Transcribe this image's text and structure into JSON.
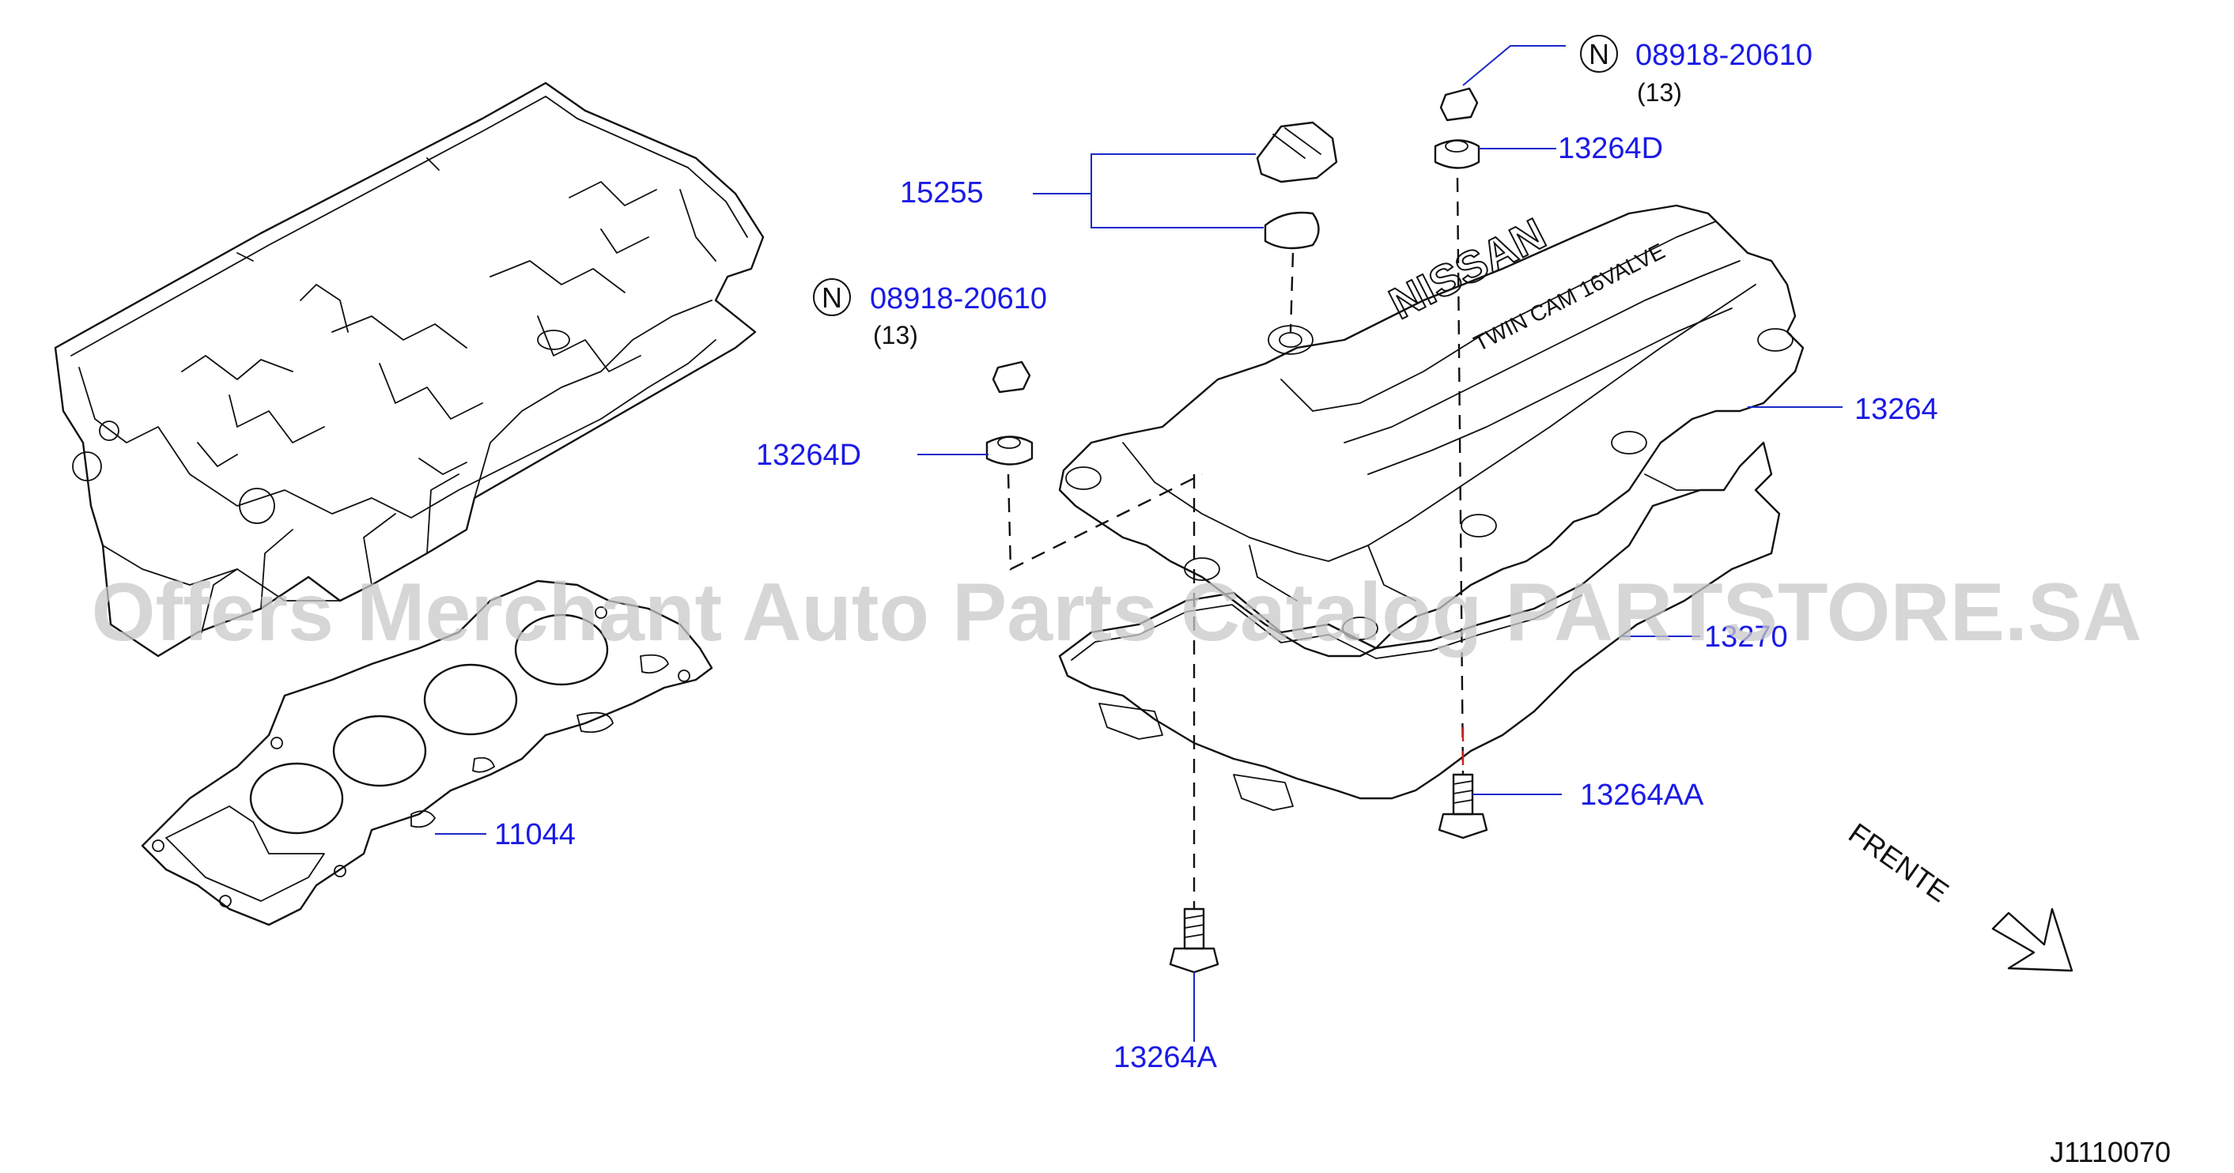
{
  "parts": {
    "p15255": "15255",
    "p13264D_top": "13264D",
    "p13264D_left": "13264D",
    "p13264": "13264",
    "p13270": "13270",
    "p13264AA": "13264AA",
    "p13264A": "13264A",
    "p11044": "11044",
    "nut_top": {
      "badge": "N",
      "number": "08918-20610",
      "qty": "(13)"
    },
    "nut_left": {
      "badge": "N",
      "number": "08918-20610",
      "qty": "(13)"
    }
  },
  "direction_label": "FRENTE",
  "diagram_code": "J1110070",
  "cover_text": {
    "brand": "NISSAN",
    "engine": "TWIN CAM 16VALVE"
  },
  "watermark": "Offers Merchant Auto Parts Catalog PARTSTORE.SA",
  "colors": {
    "label": "#1a1ae6",
    "leader": "#1a28c8",
    "line": "#111111",
    "watermark": "#c8c8c8"
  }
}
